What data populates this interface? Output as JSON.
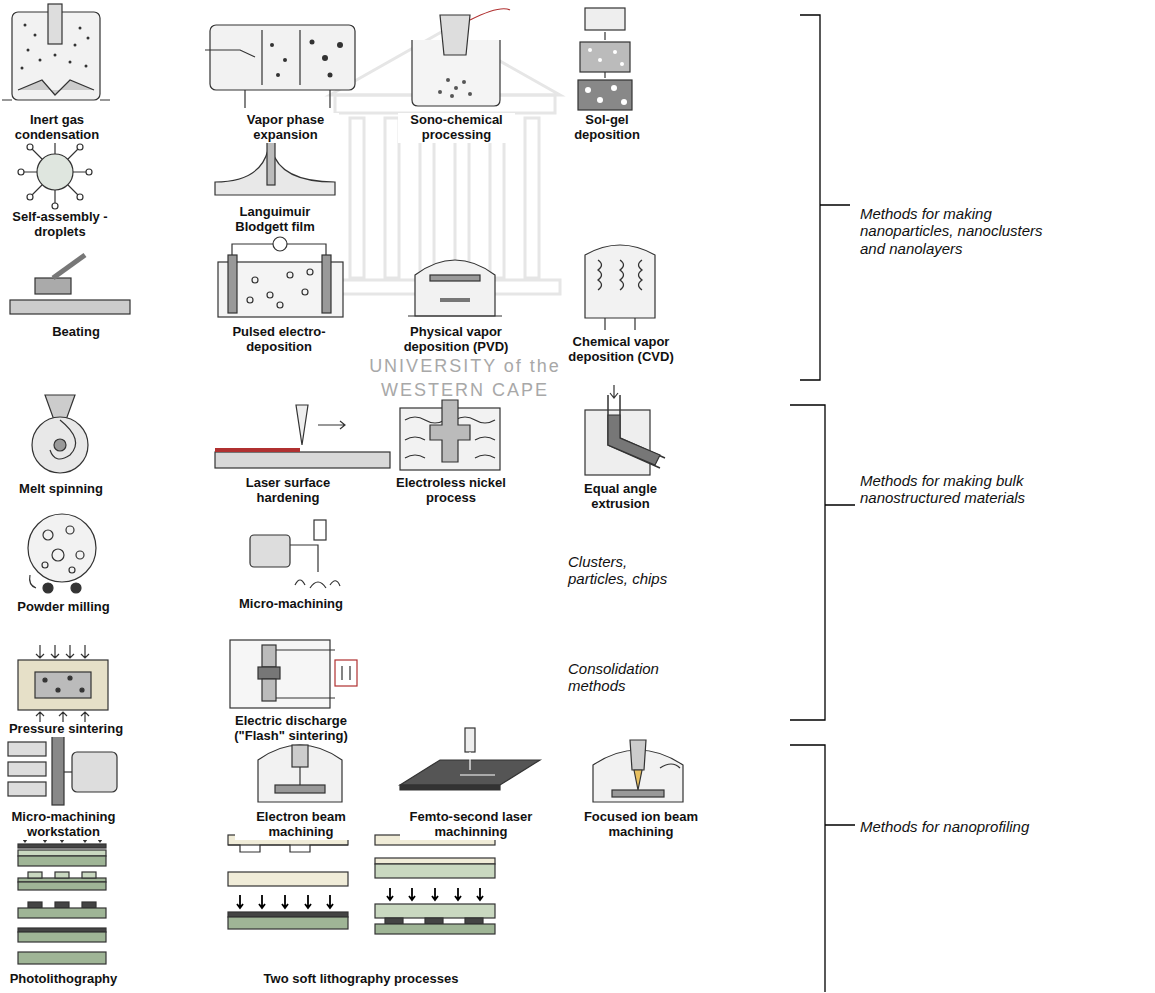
{
  "diagram": {
    "labels": [
      "Inert gas condensation",
      "Vapor phase expansion",
      "Sono-chemical processing",
      "Sol-gel deposition",
      "Self-assembly - droplets",
      "Languimuir Blodgett film",
      "Beating",
      "Pulsed electro-deposition",
      "Physical vapor deposition (PVD)",
      "Chemical vapor deposition (CVD)",
      "Methods for making nanoparticles, nanoclusters and nanolayers",
      "Melt spinning",
      "Laser surface hardening",
      "Electroless nickel process",
      "Equal angle extrusion",
      "Powder milling",
      "Micro-machining",
      "Clusters, particles, chips",
      "Pressure sintering",
      "Electric discharge (\"Flash\" sintering)",
      "Consolidation methods",
      "Methods for making bulk nanostructured materials",
      "Micro-machining workstation",
      "Electron beam machining",
      "Femto-second laser machinning",
      "Focused ion beam machining",
      "Methods for nanoprofiling",
      "Photolithography",
      "Two soft lithography processes",
      "UNIVERSITY of the",
      "WESTERN CAPE"
    ]
  }
}
